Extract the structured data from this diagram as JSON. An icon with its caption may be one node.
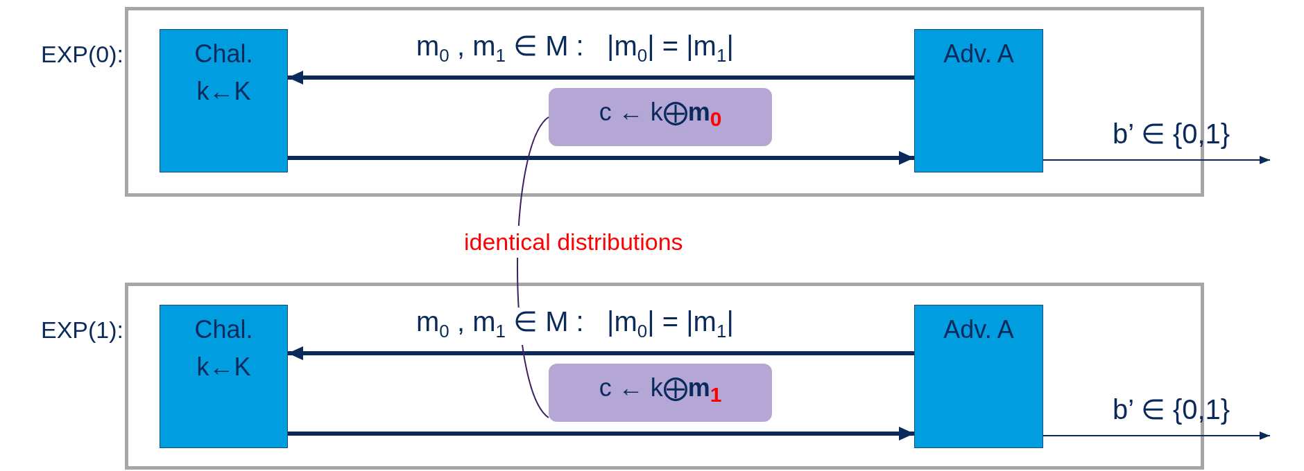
{
  "diagram": {
    "nodes": [
      {
        "text": [
          "EXP(0):"
        ]
      },
      {
        "text": [
          "Chal.",
          "k←K"
        ],
        "in": 0
      },
      {
        "text": [
          "Adv. A"
        ],
        "in": 0
      },
      {
        "text": [
          "c ← k⨁**m**$_{0}$"
        ],
        "in": 0
      },
      {
        "text": [
          "EXP(1):"
        ]
      },
      {
        "text": [
          "Chal.",
          "k←K"
        ],
        "in": 4
      },
      {
        "text": [
          "Adv. A"
        ],
        "in": 4
      },
      {
        "text": [
          "c ← k⨁**m**$_{1}$"
        ],
        "in": 4
      }
    ],
    "edges": [
      {
        "from": 2,
        "to": 1,
        "arrow": "to",
        "label": "m$_{0}$ , m$_{1}$ ∈ M :   |m$_{0}$| = |m$_{1}$|"
      },
      {
        "from": 1,
        "to": 2,
        "arrow": "to"
      },
      {
        "from": 2,
        "to": null,
        "arrow": "to",
        "label": "b’ ∈ {0,1}"
      },
      {
        "from": 6,
        "to": 5,
        "arrow": "to",
        "label": "m$_{0}$ , m$_{1}$ ∈ M :   |m$_{0}$| = |m$_{1}$|"
      },
      {
        "from": 5,
        "to": 6,
        "arrow": "to"
      },
      {
        "from": 6,
        "to": null,
        "arrow": "to",
        "label": "b’ ∈ {0,1}"
      },
      {
        "from": 3,
        "to": 7,
        "arrow": "none",
        "label": "identical distributions",
        "color": "#3c1f5c"
      }
    ]
  }
}
